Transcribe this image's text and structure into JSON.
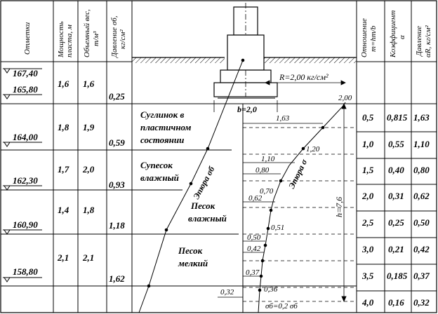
{
  "headers": {
    "elev": "Отметки",
    "thickness": [
      "Мощность",
      "пласта, м"
    ],
    "weight": [
      "Объемный вес,",
      "т/м³"
    ],
    "pressure": [
      "Давление σб,",
      "кг/см²"
    ],
    "ratio": [
      "Отношение",
      "m=hm/b"
    ],
    "coef": [
      "Коэффициент",
      "α"
    ],
    "press2": [
      "Давление",
      "αR, кг/см²"
    ]
  },
  "rows": [
    {
      "elev": [
        "167,40",
        "165,80"
      ],
      "thickness": "1,6",
      "weight": "1,6",
      "pressure": "0,25"
    },
    {
      "elev": [
        "164,00"
      ],
      "thickness": "1,8",
      "weight": "1,9",
      "pressure": "0,59"
    },
    {
      "elev": [
        "162,30"
      ],
      "thickness": "1,7",
      "weight": "2,0",
      "pressure": "0,93"
    },
    {
      "elev": [
        "160,90"
      ],
      "thickness": "1,4",
      "weight": "1,8",
      "pressure": "1,18"
    },
    {
      "elev": [
        "158,80"
      ],
      "thickness": "2,1",
      "weight": "2,1",
      "pressure": "1,62"
    }
  ],
  "right_rows": [
    {
      "m": "0,5",
      "alpha": "0,815",
      "press": "1,63"
    },
    {
      "m": "1,0",
      "alpha": "0,55",
      "press": "1,10"
    },
    {
      "m": "1,5",
      "alpha": "0,40",
      "press": "0,80"
    },
    {
      "m": "2,0",
      "alpha": "0,31",
      "press": "0,62"
    },
    {
      "m": "2,5",
      "alpha": "0,25",
      "press": "0,50"
    },
    {
      "m": "3,0",
      "alpha": "0,21",
      "press": "0,42"
    },
    {
      "m": "3,5",
      "alpha": "0,185",
      "press": "0,37"
    },
    {
      "m": "4,0",
      "alpha": "0,16",
      "press": "0,32"
    }
  ],
  "soils": [
    [
      "Суглинок в",
      "пластичном",
      "состоянии"
    ],
    [
      "Супесок",
      "влажный"
    ],
    [
      "Песок",
      "влажный"
    ],
    [
      "Песок",
      "мелкий"
    ]
  ],
  "labels": {
    "R": "R=2,00 кг/см²",
    "b": "b=2,0",
    "depth": "h=7,6",
    "epure_b": "Эпюра σб",
    "epure": "Эпюра σ",
    "sigma_rel": "σб=0,2 σб",
    "top_value": "2,00",
    "values": [
      "1,63",
      "1,20",
      "1,10",
      "0,80",
      "0,70",
      "0,62",
      "0,51",
      "0,50",
      "0,42",
      "0,37",
      "0,36",
      "0,32"
    ]
  }
}
